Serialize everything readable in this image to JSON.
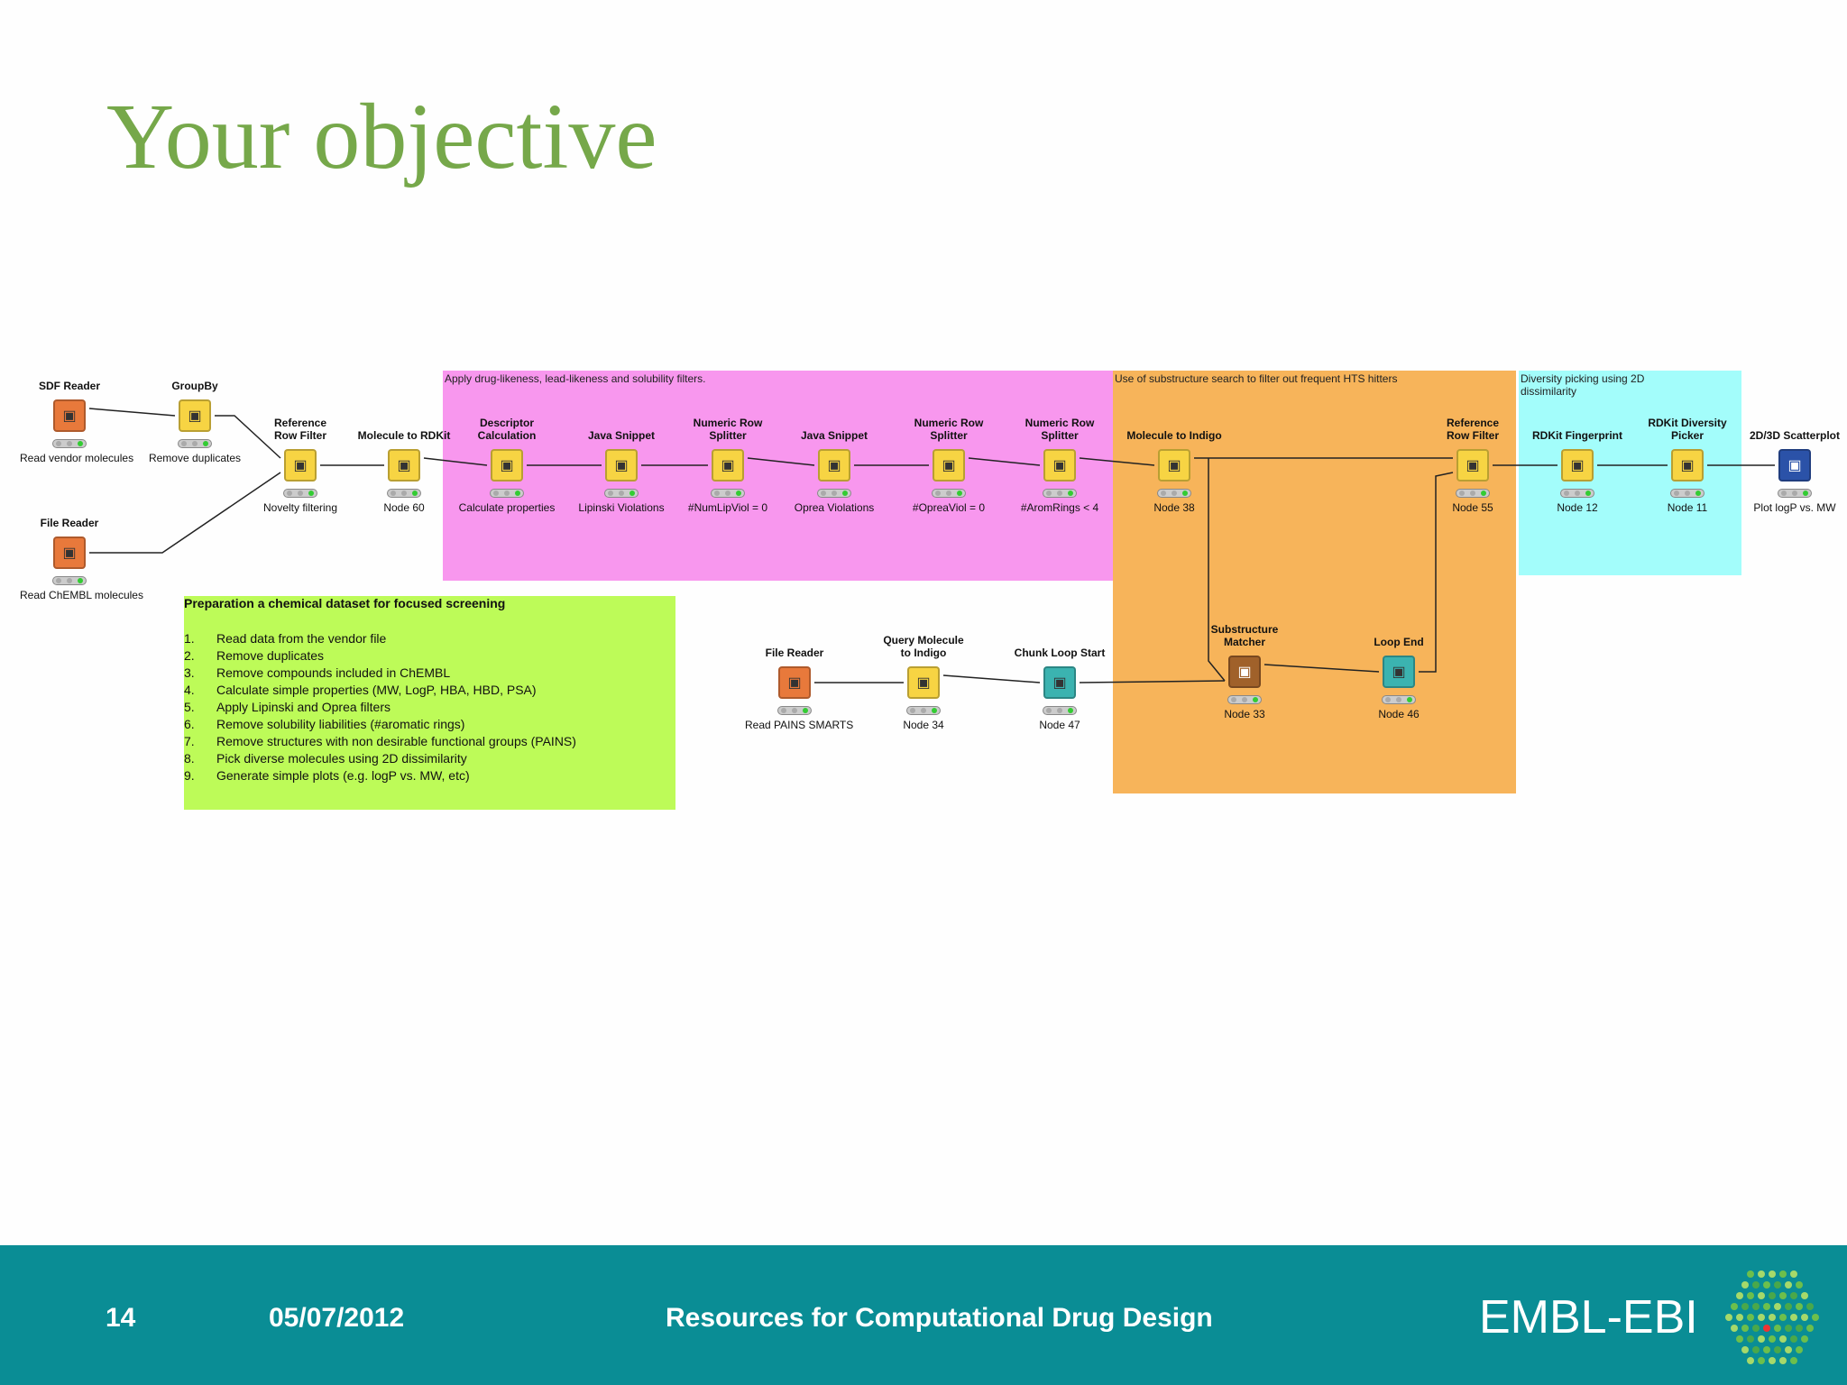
{
  "slide": {
    "title": "Your objective",
    "page_number": "14",
    "date": "05/07/2012",
    "footer_title": "Resources for Computational Drug Design",
    "logo_text": "EMBL-EBI",
    "accent_color": "#76a84a",
    "footer_color": "#0a8d95"
  },
  "annotations": [
    {
      "id": "drug",
      "label": "Apply drug-likeness, lead-likeness and solubility filters.",
      "color": "#f897ee"
    },
    {
      "id": "sub",
      "label": "Use of substructure search to filter out frequent HTS hitters",
      "color": "#f7b45a"
    },
    {
      "id": "div",
      "label": "Diversity picking using 2D dissimilarity",
      "color": "#a3fdfb"
    }
  ],
  "note": {
    "title": "Preparation a chemical dataset for focused screening",
    "steps": [
      {
        "n": "1.",
        "text": "Read data from the vendor file"
      },
      {
        "n": "2.",
        "text": "Remove duplicates"
      },
      {
        "n": "3.",
        "text": "Remove compounds included in ChEMBL"
      },
      {
        "n": "4.",
        "text": "Calculate simple properties (MW, LogP, HBA, HBD, PSA)"
      },
      {
        "n": "5.",
        "text": "Apply Lipinski and Oprea filters"
      },
      {
        "n": "6.",
        "text": "Remove solubility liabilities (#aromatic rings)"
      },
      {
        "n": "7.",
        "text": "Remove structures with non desirable functional groups (PAINS)"
      },
      {
        "n": "8.",
        "text": "Pick diverse molecules using 2D dissimilarity"
      },
      {
        "n": "9.",
        "text": "Generate simple plots (e.g. logP vs. MW, etc)"
      }
    ]
  },
  "nodes": [
    {
      "id": "sdf",
      "title": "SDF Reader",
      "label": "Read vendor molecules",
      "color": "#e8793b",
      "icon": "sdf-reader-icon"
    },
    {
      "id": "groupby",
      "title": "GroupBy",
      "label": "Remove duplicates",
      "color": "#f7d443",
      "icon": "groupby-icon"
    },
    {
      "id": "file1",
      "title": "File Reader",
      "label": "Read ChEMBL molecules",
      "color": "#e8793b",
      "icon": "file-reader-icon"
    },
    {
      "id": "ref1",
      "title": "Reference\nRow Filter",
      "label": "Novelty filtering",
      "color": "#f7d443",
      "icon": "row-filter-icon"
    },
    {
      "id": "rdkit",
      "title": "Molecule to RDKit",
      "label": "Node 60",
      "color": "#f7d443",
      "icon": "molecule-convert-icon"
    },
    {
      "id": "desc",
      "title": "Descriptor\nCalculation",
      "label": "Calculate properties",
      "color": "#f7d443",
      "icon": "descriptor-icon"
    },
    {
      "id": "java1",
      "title": "Java Snippet",
      "label": "Lipinski Violations",
      "color": "#f7d443",
      "icon": "java-snippet-icon"
    },
    {
      "id": "split1",
      "title": "Numeric Row\nSplitter",
      "label": "#NumLipViol = 0",
      "color": "#f7d443",
      "icon": "row-splitter-icon"
    },
    {
      "id": "java2",
      "title": "Java Snippet",
      "label": "Oprea Violations",
      "color": "#f7d443",
      "icon": "java-snippet-icon"
    },
    {
      "id": "split2",
      "title": "Numeric Row\nSplitter",
      "label": "#OpreaViol = 0",
      "color": "#f7d443",
      "icon": "row-splitter-icon"
    },
    {
      "id": "split3",
      "title": "Numeric Row\nSplitter",
      "label": "#AromRings < 4",
      "color": "#f7d443",
      "icon": "row-splitter-icon"
    },
    {
      "id": "indigo",
      "title": "Molecule to Indigo",
      "label": "Node 38",
      "color": "#f7d443",
      "icon": "molecule-convert-icon"
    },
    {
      "id": "ref2",
      "title": "Reference\nRow Filter",
      "label": "Node 55",
      "color": "#f7d443",
      "icon": "row-filter-icon"
    },
    {
      "id": "fp",
      "title": "RDKit Fingerprint",
      "label": "Node 12",
      "color": "#f7d443",
      "icon": "fingerprint-icon"
    },
    {
      "id": "picker",
      "title": "RDKit Diversity\nPicker",
      "label": "Node 11",
      "color": "#f7d443",
      "icon": "diversity-picker-icon"
    },
    {
      "id": "scatter",
      "title": "2D/3D Scatterplot",
      "label": "Plot logP vs. MW",
      "color": "#2b52a8",
      "icon": "scatterplot-icon"
    },
    {
      "id": "file2",
      "title": "File Reader",
      "label": "Read PAINS SMARTS",
      "color": "#e8793b",
      "icon": "file-reader-icon"
    },
    {
      "id": "query",
      "title": "Query Molecule\nto Indigo",
      "label": "Node 34",
      "color": "#f7d443",
      "icon": "query-molecule-icon"
    },
    {
      "id": "chunk",
      "title": "Chunk Loop Start",
      "label": "Node 47",
      "color": "#3bb3b0",
      "icon": "loop-start-icon"
    },
    {
      "id": "subm",
      "title": "Substructure\nMatcher",
      "label": "Node 33",
      "color": "#a0612a",
      "icon": "substructure-matcher-icon"
    },
    {
      "id": "loopend",
      "title": "Loop End",
      "label": "Node 46",
      "color": "#3bb3b0",
      "icon": "loop-end-icon"
    }
  ]
}
